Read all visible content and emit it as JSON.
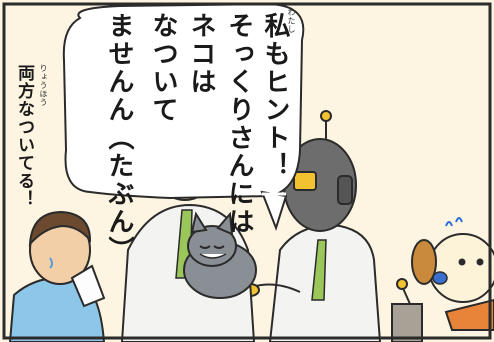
{
  "robot_speech": {
    "lines": [
      "私もヒント！",
      "そっくりさんには",
      "ネコは",
      "なついて",
      "ませんん（たぶん）"
    ],
    "ruby_watashi": "わたし"
  },
  "boy_speech": {
    "text": "両方なついてる！",
    "ruby_ryouhou": "りょうほう"
  },
  "colors": {
    "background": "#fdf5e2",
    "border": "#2b2b2b",
    "coat": "#f3f3f1",
    "tie": "#9bc65a",
    "boy_shirt": "#8cc6e8",
    "dog": "#fdf3d8",
    "dog_ears": "#c98a3e",
    "dog_scarf": "#e8843a",
    "robot": "#6d6d6d",
    "robot_eye": "#f2c230",
    "cat": "#8a8f96"
  }
}
